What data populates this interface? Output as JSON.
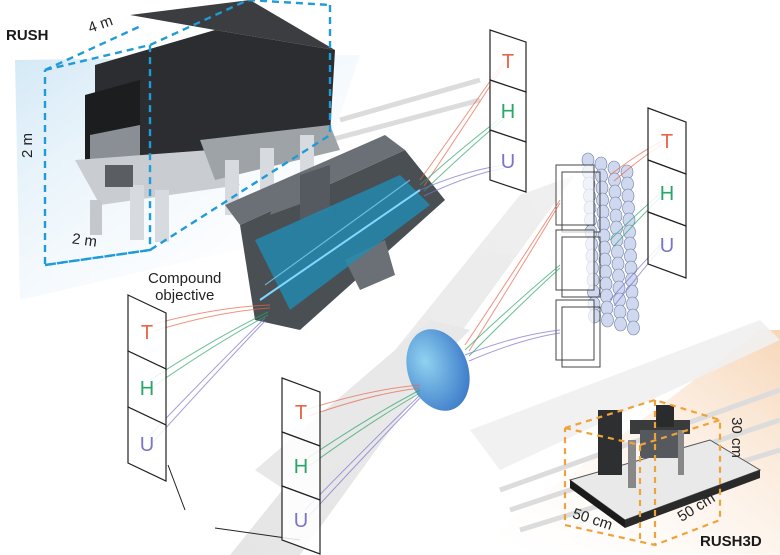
{
  "labels": {
    "rush": "RUSH",
    "rush3d": "RUSH3D",
    "compound_line1": "Compound",
    "compound_line2": "objective"
  },
  "dimensions": {
    "rush_depth": "4 m",
    "rush_height": "2 m",
    "rush_width": "2 m",
    "rush3d_height": "30 cm",
    "rush3d_width": "50 cm",
    "rush3d_depth": "50 cm"
  },
  "panel_letters": [
    "T",
    "H",
    "U"
  ],
  "colors": {
    "letter_T": "#e8654a",
    "letter_H": "#2aa56a",
    "letter_U": "#7b74c9",
    "rush_box": "#1f9bd8",
    "rush3d_box": "#f0a23a"
  }
}
